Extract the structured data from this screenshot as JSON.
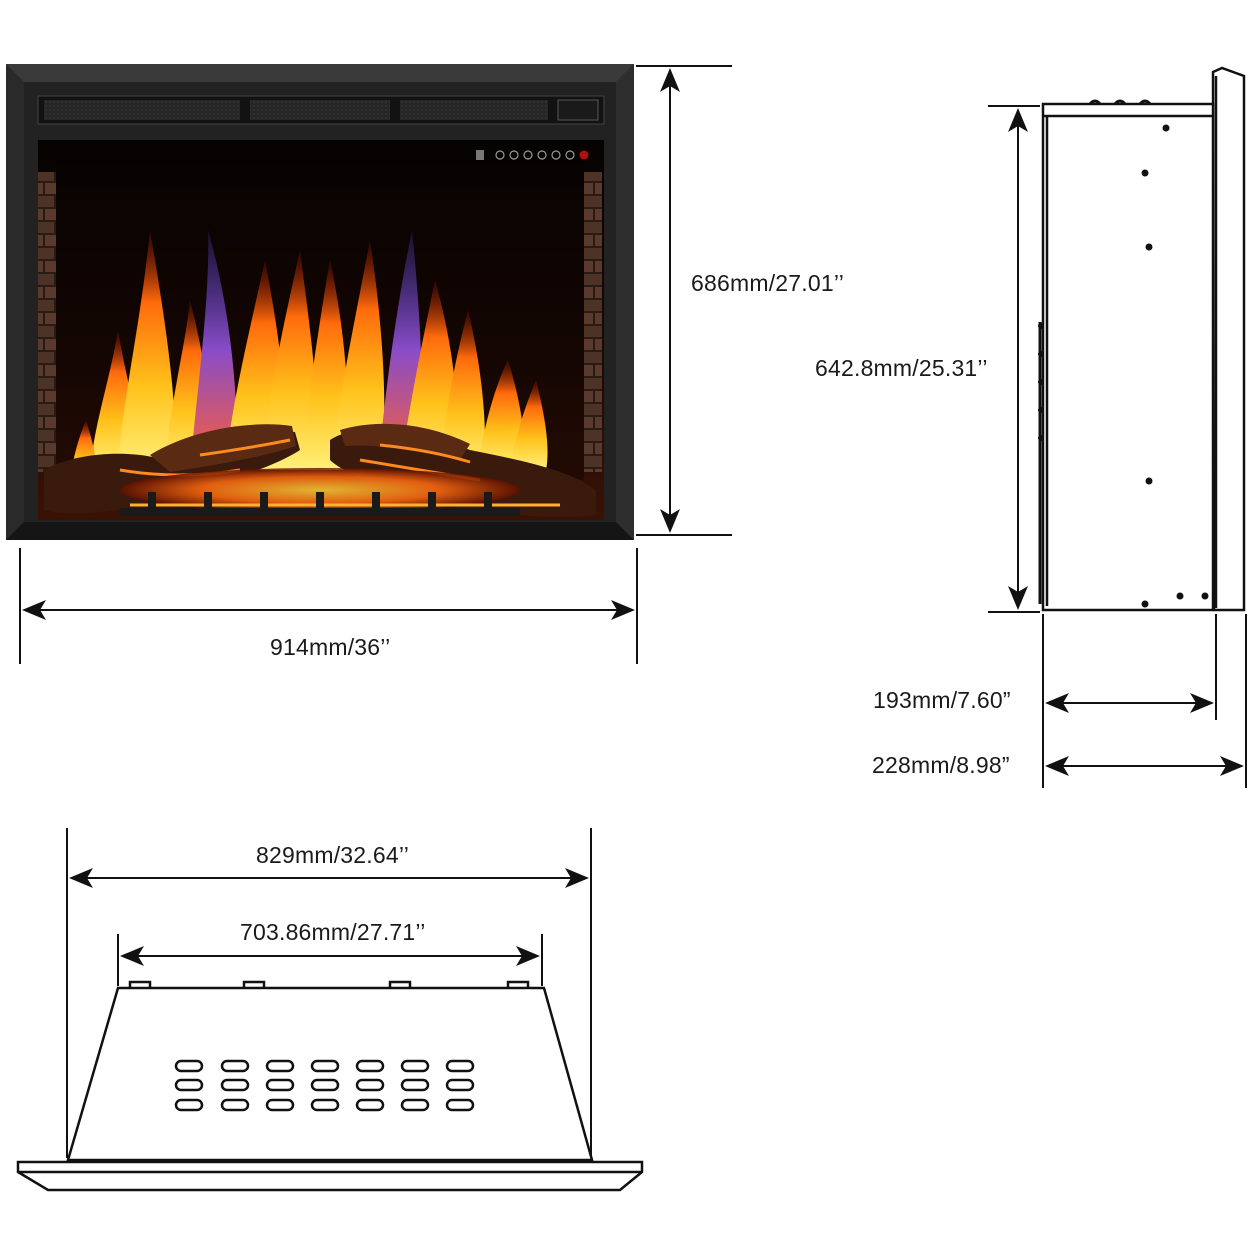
{
  "dimensions": {
    "front_width": "914mm/36’’",
    "front_height": "686mm/27.01’’",
    "side_height": "642.8mm/25.31’’",
    "side_depth_inner": "193mm/7.60”",
    "side_depth_outer": "228mm/8.98”",
    "top_width_outer": "829mm/32.64’’",
    "top_width_inner": "703.86mm/27.71’’"
  },
  "colors": {
    "frame": "#2b2b2b",
    "line": "#111111",
    "flame_core": "#ffd21a",
    "flame_outer": "#ff5a0a",
    "flame_blue": "#6a4fd0",
    "ember": "#ff7a10",
    "brick": "#5a3a2a"
  },
  "icons": [
    "fireplace-front-view",
    "fireplace-side-view",
    "fireplace-top-view",
    "control-panel-icons"
  ]
}
